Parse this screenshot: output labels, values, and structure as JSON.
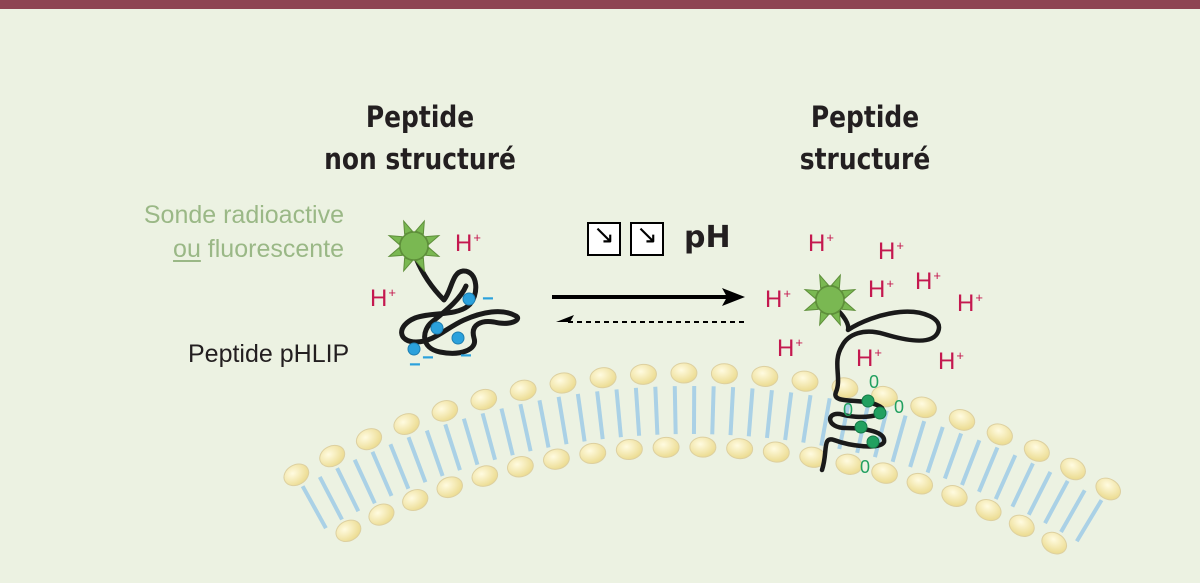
{
  "left": {
    "title_line1": "Peptide",
    "title_line2": "non structuré",
    "probe_line1": "Sonde radioactive",
    "probe_or": "ou",
    "probe_line2_rest": " fluorescente",
    "peptide_label": "Peptide pHLIP"
  },
  "right": {
    "title_line1": "Peptide",
    "title_line2": "structuré"
  },
  "arrow": {
    "ph_label": "pH",
    "decrease_symbol": "↘"
  },
  "proton": {
    "symbol": "H",
    "charge": "+"
  },
  "charges": {
    "negative": "−",
    "neutral": "0"
  },
  "colors": {
    "background": "#ecf2e2",
    "top_bar": "#8e4552",
    "probe_green": "#7ab852",
    "probe_spikes": "#5e8f3a",
    "proton_red": "#c4184f",
    "negative_blue": "#2ba1dc",
    "neutral_green": "#22a060",
    "lipid_head": "#f2e6a8",
    "lipid_tail": "#aad1e6",
    "peptide_line": "#1a1a1a"
  }
}
